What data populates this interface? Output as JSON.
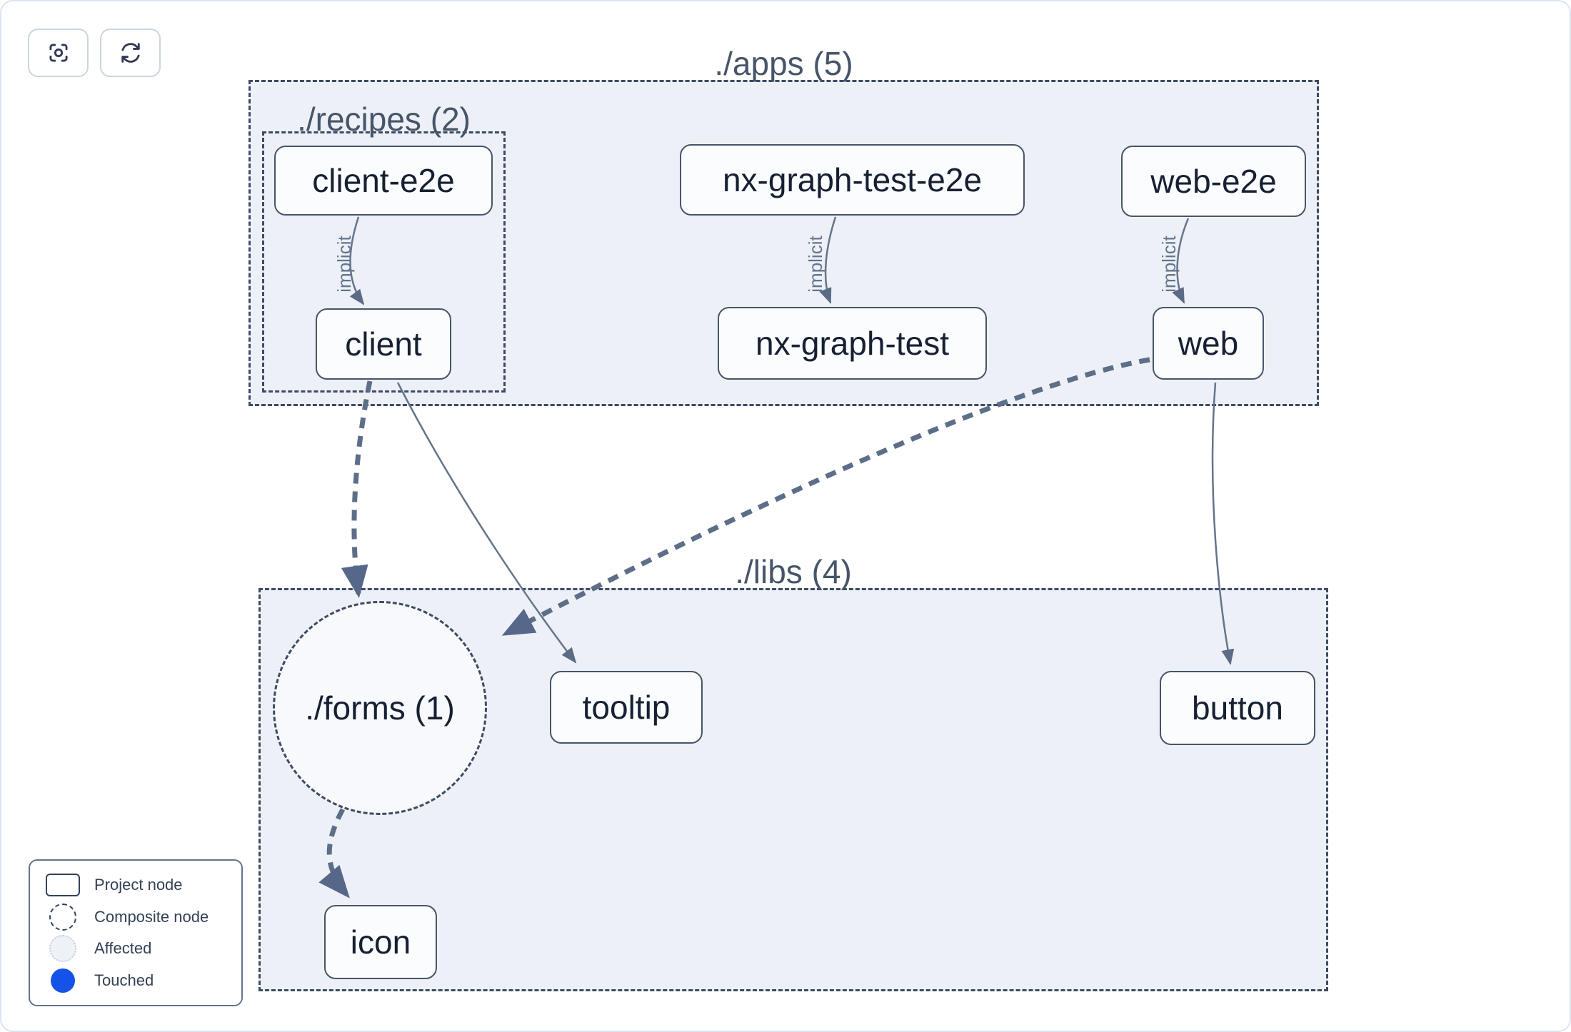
{
  "toolbar": {
    "buttons": [
      {
        "name": "focus",
        "icon": "focus-crosshair-icon"
      },
      {
        "name": "refresh",
        "icon": "refresh-icon"
      }
    ]
  },
  "groups": {
    "apps": {
      "label": "./apps (5)"
    },
    "recipes": {
      "label": "./recipes (2)"
    },
    "libs": {
      "label": "./libs (4)"
    }
  },
  "composite_nodes": {
    "forms": {
      "label": "./forms (1)"
    }
  },
  "nodes": {
    "client_e2e": {
      "label": "client-e2e"
    },
    "nx_graph_test_e2e": {
      "label": "nx-graph-test-e2e"
    },
    "web_e2e": {
      "label": "web-e2e"
    },
    "client": {
      "label": "client"
    },
    "nx_graph_test": {
      "label": "nx-graph-test"
    },
    "web": {
      "label": "web"
    },
    "tooltip": {
      "label": "tooltip"
    },
    "button": {
      "label": "button"
    },
    "icon": {
      "label": "icon"
    }
  },
  "edges": [
    {
      "from": "client-e2e",
      "to": "client",
      "label": "implicit",
      "style": "thin-solid"
    },
    {
      "from": "nx-graph-test-e2e",
      "to": "nx-graph-test",
      "label": "implicit",
      "style": "thin-solid"
    },
    {
      "from": "web-e2e",
      "to": "web",
      "label": "implicit",
      "style": "thin-solid"
    },
    {
      "from": "client",
      "to": "./forms (1)",
      "label": "",
      "style": "thick-dashed"
    },
    {
      "from": "web",
      "to": "./forms (1)",
      "label": "",
      "style": "thick-dashed"
    },
    {
      "from": "client",
      "to": "tooltip",
      "label": "",
      "style": "thin-solid"
    },
    {
      "from": "web",
      "to": "button",
      "label": "",
      "style": "thin-solid"
    },
    {
      "from": "./forms (1)",
      "to": "icon",
      "label": "",
      "style": "thick-dashed"
    }
  ],
  "legend": {
    "items": [
      {
        "label": "Project node",
        "swatch": "project-node-swatch"
      },
      {
        "label": "Composite node",
        "swatch": "composite-node-swatch"
      },
      {
        "label": "Affected",
        "swatch": "affected-swatch"
      },
      {
        "label": "Touched",
        "swatch": "touched-swatch"
      }
    ]
  },
  "colors": {
    "touched": "#1552e8",
    "affected_fill": "#eef2f7",
    "group_fill": "#edf1f7",
    "composite_fill": "#f7f9fc",
    "group_border": "#3e4b63",
    "node_fill": "#fbfcfe",
    "node_border": "#475569",
    "edge_thin": "#64748b",
    "edge_thick": "#5d6e89",
    "text_node": "#162032",
    "text_title": "#475569",
    "button_border": "#cbd5e1",
    "icon_stroke": "#2e3a51"
  }
}
